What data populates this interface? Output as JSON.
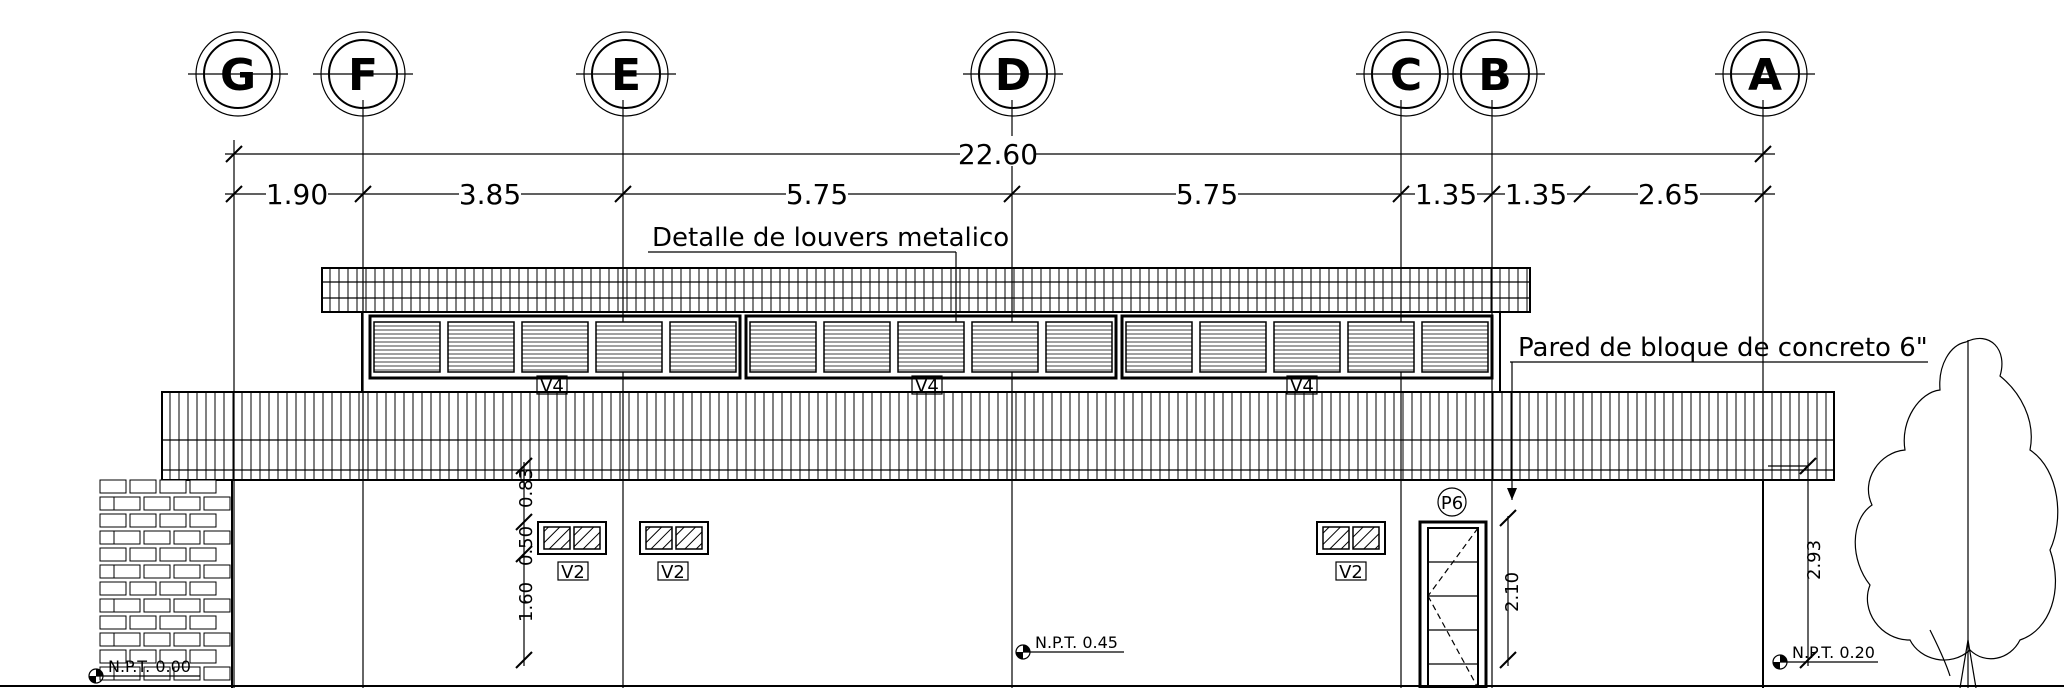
{
  "grid_axes": [
    {
      "label": "G",
      "x": 0.0
    },
    {
      "label": "F",
      "x": 1.9
    },
    {
      "label": "E",
      "x": 5.75
    },
    {
      "label": "D",
      "x": 11.5
    },
    {
      "label": "C",
      "x": 17.25
    },
    {
      "label": "B",
      "x": 18.6
    },
    {
      "label": "A",
      "x": 22.6
    }
  ],
  "dimensions": {
    "overall": "22.60",
    "spans": [
      "1.90",
      "3.85",
      "5.75",
      "5.75",
      "1.35",
      "1.35",
      "2.65"
    ],
    "heights": [
      "0.83",
      "0.50",
      "1.60",
      "2.10",
      "2.93"
    ]
  },
  "notes": {
    "louvers": "Detalle de louvers metalico",
    "wall": "Pared de bloque de concreto 6\""
  },
  "tags": {
    "louver_windows": [
      "V4",
      "V4",
      "V4"
    ],
    "small_windows": [
      "V2",
      "V2",
      "V2"
    ],
    "door": "P6"
  },
  "levels": [
    "N.P.T. 0.00",
    "N.P.T. 0.45",
    "N.P.T. 0.20"
  ]
}
